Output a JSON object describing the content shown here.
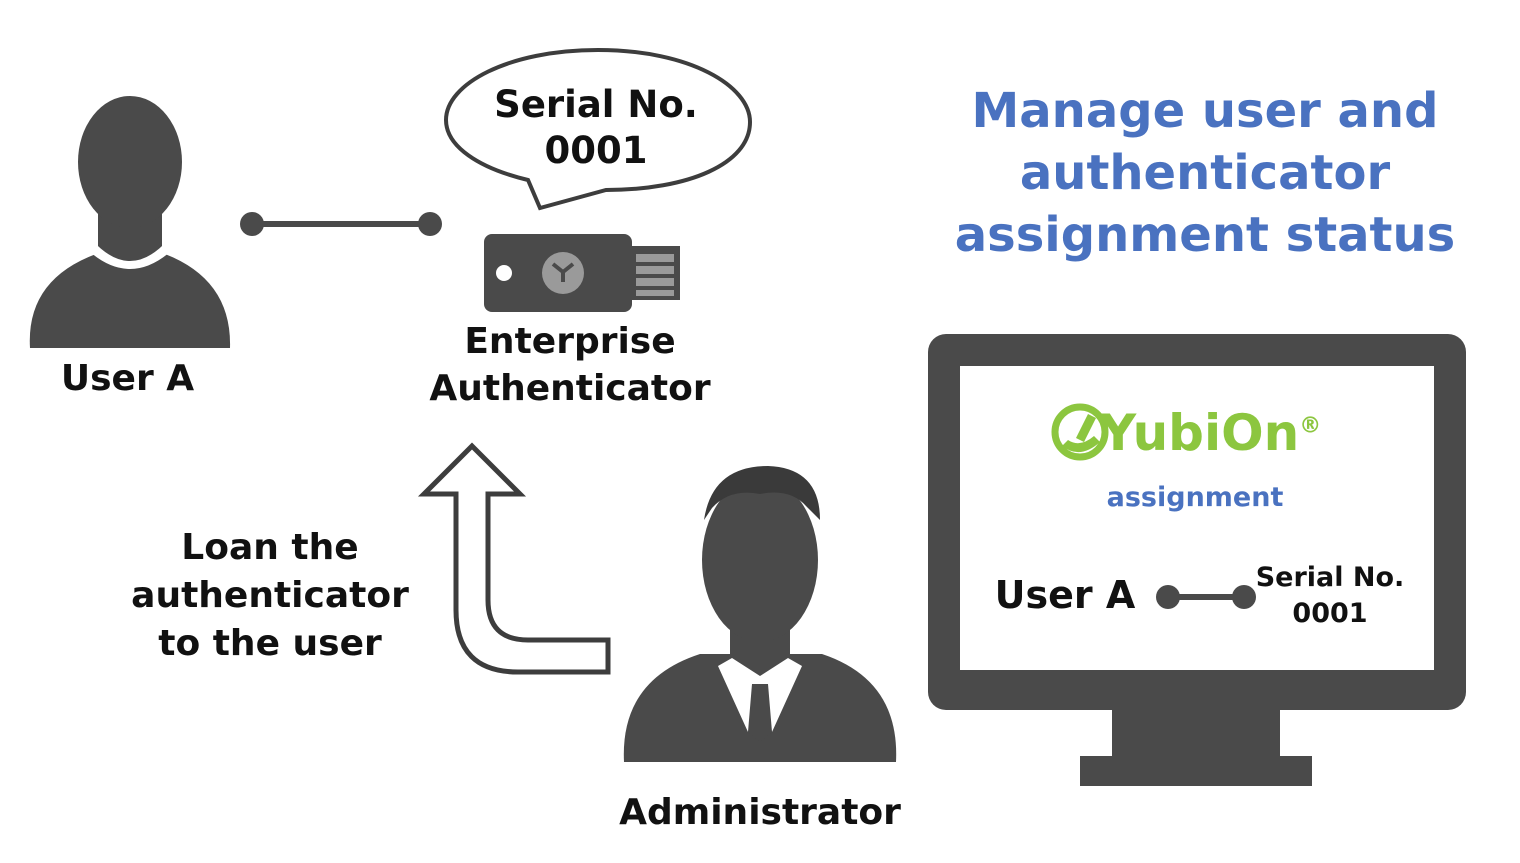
{
  "user_label": "User A",
  "bubble": {
    "line1": "Serial No.",
    "line2": "0001"
  },
  "authenticator_label": {
    "line1": "Enterprise",
    "line2": "Authenticator"
  },
  "loan_label": {
    "line1": "Loan the",
    "line2": "authenticator",
    "line3": "to the user"
  },
  "admin_label": "Administrator",
  "headline": {
    "line1": "Manage user and",
    "line2": "authenticator",
    "line3": "assignment status"
  },
  "monitor": {
    "logo_text": "YubiOn",
    "logo_reg": "®",
    "assignment_label": "assignment",
    "user": "User A",
    "serial": {
      "line1": "Serial No.",
      "line2": "0001"
    }
  },
  "colors": {
    "figure": "#4a4a4a",
    "headline": "#4a72c0",
    "logo": "#8cc63f"
  }
}
